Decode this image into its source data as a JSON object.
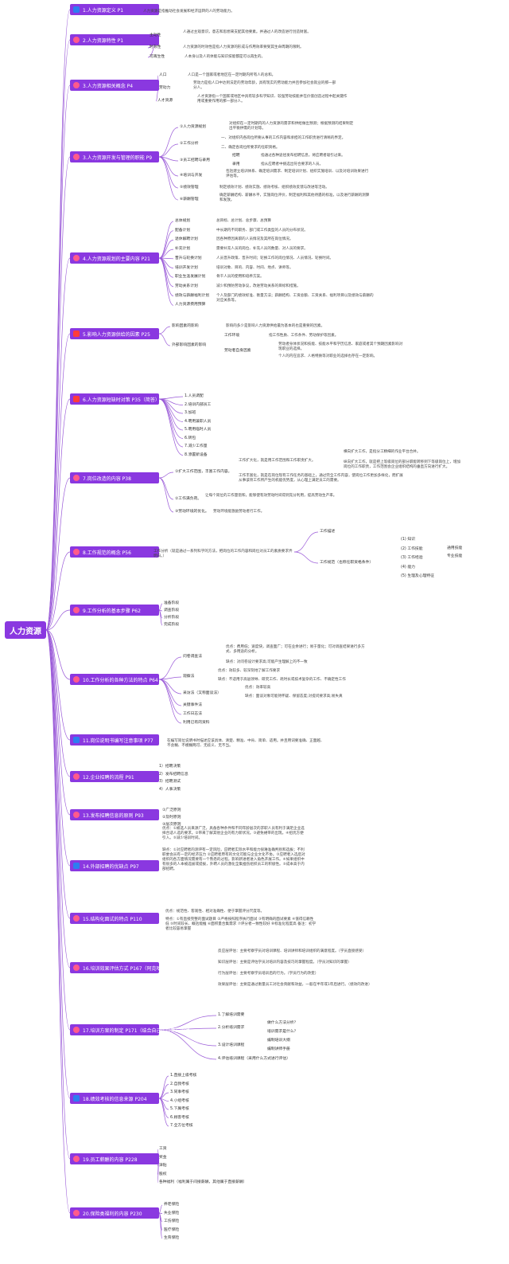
{
  "root": "人力资源",
  "colors": {
    "topic": "#8a38e0",
    "edge": "#9a5ad8"
  },
  "topics": [
    {
      "label": "1.人力资源定义 P1",
      "icon": "blue"
    },
    {
      "label": "2.人力资源特性 P1",
      "icon": "pink"
    },
    {
      "label": "3.人力资源相关概念 P4",
      "icon": "pink"
    },
    {
      "label": "3.人力资源开发与管理的职能 P9",
      "icon": "pink"
    },
    {
      "label": "4.人力资源规划的主要内容 P21",
      "icon": "pink"
    },
    {
      "label": "5.影响人力资源供给的因素 P25",
      "icon": "red"
    },
    {
      "label": "6.人力资源短缺时对策 P35（简答）",
      "icon": "red"
    },
    {
      "label": "7.岗位改造的内容 P38",
      "icon": "pink"
    },
    {
      "label": "8.工作规范的概念 P56",
      "icon": "pink"
    },
    {
      "label": "9.工作分析的基本步骤 P62",
      "icon": "pink"
    },
    {
      "label": "10.工作分析的各种方法的特点 P64",
      "icon": "pink"
    },
    {
      "label": "11.岗位说明书编写注意事项 P77",
      "icon": "blue"
    },
    {
      "label": "12.企业招聘的流程 P91",
      "icon": "pink"
    },
    {
      "label": "13.发布招聘信息的原则 P93",
      "icon": "pink"
    },
    {
      "label": "14.外部招聘的优缺点 P97",
      "icon": "blue"
    },
    {
      "label": "15.结构化面试的特点 P110",
      "icon": "pink"
    },
    {
      "label": "16.培训效果评估方式 P167（阿克哈特重要提出）",
      "icon": "pink"
    },
    {
      "label": "17.培训方案的制定 P171（结合自己小组等）论述",
      "icon": "pink"
    },
    {
      "label": "18.绩效考核的信息来源 P204",
      "icon": "blue"
    },
    {
      "label": "19.员工薪酬的内容 P228",
      "icon": "pink"
    },
    {
      "label": "20.保险类福利的内容 P230",
      "icon": "pink"
    }
  ],
  "n1": {
    "def": "人力资源是指推动社会发展和经济运转的人的劳动能力。"
  },
  "n2": {
    "k1": "主动性",
    "v1": "人通过主观意识，意志和思想来支配其他要素。并通过人的改造进行创造财富。",
    "k2": "时效性",
    "v2": "人力资源的时效性是指人力资源的形成与作用效率要受其生命周期的限制。",
    "k3": "可再生性",
    "v3": "人本身以及人的体能与知识技能都是可以再生的。"
  },
  "n3": {
    "k1": "人口",
    "v1": "人口是一个国家或者地区在一定时期内所有人的总和。",
    "k2": "劳动力",
    "v2": "劳动力是指人口中达到法定的劳动年龄，具有现实的劳动能力并且参加社会就业的那一部分人。",
    "k3": "人才资源",
    "v3": "人才资源指一个国家或地区中具有较多科学知识、较强劳动技能并在价值创造过程中起关键作用或重要作用的那一部分人。"
  },
  "n4": {
    "k1": "①人力资源规划",
    "v1": "对组织在一定时期内的人力资源的需求和供给做出预测；根据预测的结果制定出平衡供需的计划等。",
    "k2": "②工作分析",
    "v2a": "一、对组织内各岗位所要从事的工作内容和承担的工作职责进行清晰的界定。",
    "v2b": "二、确定各岗位所要求的任职资格。",
    "k3": "③员工招聘与录用",
    "k3a": "招聘",
    "v3a": "指通过各种途径发布招聘信息，将应聘者吸引过来。",
    "k3b": "录用",
    "v3b": "指从应聘者中挑选出符合要求的人员。",
    "k4": "④培训与开发",
    "v4": "包括建立培训体系、确定培训需求、制定培训计划、组织实施培训、以及对培训效果进行评估等。",
    "k5": "⑤绩效管理",
    "v5": "制定绩效计划、绩效实施、绩效考核、组织绩效反馈与改进等活动。",
    "k6": "⑥薪酬管理",
    "v6": "确定薪酬结构、薪酬水平，实施岗位评价，制定福利和其他待遇的标准，以及进行薪酬的测算和发放。"
  },
  "n5": [
    {
      "k": "总体规划",
      "v": "总目标、总计划、总步骤、总预算"
    },
    {
      "k": "配备计划",
      "v": "中长期内不同职务、部门或工作类型的人员的分布状况。"
    },
    {
      "k": "退休解聘计划",
      "v": "因各种原因离职的人员情况及其所在岗位情况。"
    },
    {
      "k": "补充计划",
      "v": "需要补充人员的岗位、补充人员的数量、对人员的要求。"
    },
    {
      "k": "晋升与轮换计划",
      "v": "人员晋升政策、晋升时间；轮换工作的岗位情况、人员情况、轮换时间。"
    },
    {
      "k": "培训开发计划",
      "v": "培训对象、目的、内容、时间、地点、讲师等。"
    },
    {
      "k": "职业生涯发展计划",
      "v": "骨干人员的使用和培养方案。"
    },
    {
      "k": "劳动关系计划",
      "v": "减少和预防劳动争议，改进劳动关系的目标和措施。"
    },
    {
      "k": "绩效与薪酬福利计划",
      "v": "个人及部门的绩效标准、衡量方法；薪酬结构、工资总额、工资关系、福利项目以及绩效与薪酬的对应关系等。"
    },
    {
      "k": "人力资源费用预算",
      "v": ""
    }
  ],
  "n6": {
    "k1": "影响因素的影响",
    "v1": "影响的多少是影响人力资源供给最为基本的也是重要的因素。",
    "k2": "外部影响因素的影响",
    "k2a": "工作环境",
    "v2a": "指工作性质、工作条件、劳动保护等因素。",
    "k2b": "劳动者自身因素",
    "v2b": "劳动者身体状况和技能、技能水平和学历信息、家庭或者其个预期因素影响对现职业的选择。",
    "v2c": "个人的内在追求、人格特质等对职业的选择也存在一定影响。"
  },
  "n7": [
    "1.人员调配",
    "2.培训内部员工",
    "3.加班",
    "4.聘用兼职人员",
    "5.聘用临时人员",
    "6.转包",
    "7.减少工作量",
    "8.添置新设备"
  ],
  "n8": {
    "k1": "①扩大工作范围，丰富工作内容。",
    "k1a": "工作扩大化，就是用工作范围和工作职责扩大。",
    "v1a1": "横向扩大工作，是指分工精细的作业平台合并。",
    "v1a2": "纵向扩大工作，就是把上等级岗位的部分职能转移到下等级岗位上，增加岗位的工作职责，工作范围会企业组织结构的垂直方向进行扩大。",
    "k1b": "工作丰富化，就是在岗位现有工作任务的基础上，通过完全工作内容，使岗位工作更加多样化，而扩展从事该项工作所产生的机能优势度，从心理上满足员工的需要。",
    "k2": "②工作满负荷。",
    "v2": "让每个岗位的工作量饱和，能够使有效劳动时间得到充分利用，提高劳动生产率。",
    "k3": "③劳动环境的优化。",
    "v3": "劳动环境能激励劳动者行工作。"
  },
  "n9": {
    "main": "工作分析（就是通过一系列科学的方法，把岗位的工作内容和岗位对员工的素质要求弄明白。）",
    "k1": "工作描述",
    "k2": "工作规范（也称任职资格条件）",
    "items": [
      "(1) 知识",
      "(2) 工作技能",
      "(3) 工作经验",
      "(4) 能力",
      "(5) 生理及心理特征"
    ],
    "skills": [
      "通用技能",
      "专业技能"
    ]
  },
  "n10": [
    "准备阶段",
    "调查阶段",
    "分析阶段",
    "完成阶段"
  ],
  "n11": {
    "k1": "问卷调查法",
    "k1a": "优点：费用低；速度快，调查面广；可在业余进行；易于量化；可对调查结果进行多方式、多用途的分析。",
    "k1b": "缺点：对问卷设计要求高;可能产生理解上的不一致",
    "k2": "观察法",
    "k2a": "优点：效较多、较深刻地了解工作要求",
    "k2b": "缺点：不适用于高层领导、研究工作、耗时长或技术复杂的工作、不确定性工作",
    "k3": "采访法（又称面谈法）",
    "k3a": "优点：效率较高",
    "k3b": "缺点：面谈对象可能持怀疑、保留态度;对提问要求高;易失真",
    "k4": "关键事件法",
    "k5": "工作日志法",
    "k6": "利用已有的资料"
  },
  "n12": "在编写岗位说明书时描述应该具体、清楚、精准、中肯、简单、适用。并且用词要准确、正面越、不含糊、不模糊两可、无歧义、无不当。",
  "n13": [
    "1）招聘决策",
    "2）发布招聘信息",
    "3）招聘测试",
    "4）人事决策"
  ],
  "n14": [
    "①广泛原则",
    "②及时原则",
    "③层次原则"
  ],
  "n15": {
    "p": "优点：①被选人员来源广泛，具备各种条件和不同年龄层次的求职人员有利于满足企业选择合适人选的要求。②带来了解其他企业的有力新状况。③避免裙带的出现。④招优方便引入。⑤减少培训时间。",
    "c": "缺点：①对应聘者的测评有一定风险，应聘者实际水平和能力很难准确判别和选拔；不利职委会员有一定的经济压力 ②应聘者原有的文化可能与企业文化不协。③应聘者入选后对组织的各方面情况需要有一个熟悉的过程。影响新进者进入角色开展工作。④如果组织中有很多的人本被选拔或提拔，外聘人员的激化全集挫伤组织员工的积极性。⑤成本高于内部招聘。"
  },
  "n16": {
    "p": "优点：规范性、客观性、相对准确性、便于掌握评分尺度等。",
    "c": "特点：①有直接完整的面试题目 ②严格按照程序执行面试 ③有明确的面试要素 ④值得信赖性低 ⑤时间较长、概括能推 ⑥面积量合集需求 ⑦评分者一致性较好 ⑧标准化程度高 备注：初学者比较容易掌握"
  },
  "n17": [
    "反应层评估：主要考察学员对培训课程、培训讲师和培训组织的满意程度。（学员直接感受）",
    "知识层评估：主要是评估学员对培训内容及技巧的掌握程度。（学员对知识的掌握）",
    "行为层评估：主要考察学员培训后的行为。（学员行为的改变）",
    "效果层评估：主要是通过衡量员工对社会贡献和效益，一般在半年或1年后进行。（绩效的改进）"
  ],
  "n18": {
    "k1": "1.了解培训需要",
    "k2": "2.分析培训需求",
    "k2a": "做什么方法分析？",
    "k2b": "培训需求是什么？",
    "k3": "3.设计培训课程",
    "k3a": "编制培训大纲",
    "k3b": "编制讲师手册",
    "k4": "4.评估培训课程（采用什么方式进行评估）"
  },
  "n19": [
    "1.直接上级考核",
    "2.自我考核",
    "3.同事考核",
    "4.小组考核",
    "5.下属考核",
    "6.顾客考核",
    "7.全方位考核"
  ],
  "n20": [
    "工资",
    "奖金",
    "津贴",
    "股权",
    "各种福利（福利属于间接薪酬，其他属于直接薪酬）"
  ],
  "n21": [
    "养老保险",
    "失业保险",
    "工伤保险",
    "医疗保险",
    "生育保险"
  ]
}
